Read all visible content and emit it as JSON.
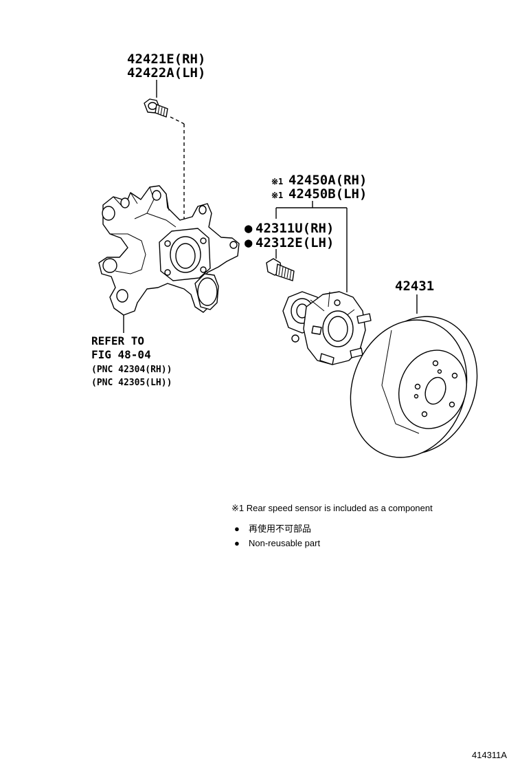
{
  "callouts": {
    "knuckle_bolt_rh": "42421E(RH)",
    "knuckle_bolt_lh": "42422A(LH)",
    "hub_rh_mark": "※1",
    "hub_rh": "42450A(RH)",
    "hub_lh_mark": "※1",
    "hub_lh": "42450B(LH)",
    "hub_bolt_rh_bullet": "●",
    "hub_bolt_rh": "42311U(RH)",
    "hub_bolt_lh_bullet": "●",
    "hub_bolt_lh": "42312E(LH)",
    "disc": "42431",
    "refer_line1": "REFER TO",
    "refer_line2": "FIG 48-04",
    "refer_line3": "(PNC 42304(RH))",
    "refer_line4": "(PNC 42305(LH))"
  },
  "notes": {
    "sensor_note": "※1 Rear speed sensor is included as a component",
    "jp_bullet": "●",
    "jp_text": "再使用不可部品",
    "en_bullet": "●",
    "en_text": "Non-reusable part"
  },
  "figure_id": "414311A"
}
